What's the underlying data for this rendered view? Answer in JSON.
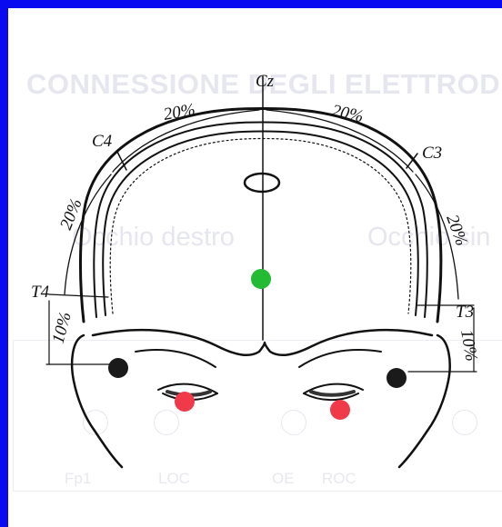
{
  "background_ui": {
    "title": "CONNESSIONE DEGLI ELETTRODI",
    "left_eye": "Occhio destro",
    "right_eye": "Occhio sin",
    "row_labels": [
      "Fp1",
      "LOC",
      "OE",
      "ROC"
    ]
  },
  "diagram": {
    "labels": {
      "cz": "Cz",
      "c4": "C4",
      "c3": "C3",
      "t4": "T4",
      "t3": "T3"
    },
    "percent_top_left": "20%",
    "percent_top_right": "20%",
    "percent_side_left": "20%",
    "percent_side_right": "20%",
    "percent_low_left": "10%",
    "percent_low_right": "10%"
  },
  "electrodes": [
    {
      "name": "vertex-electrode",
      "color": "#22bb33"
    },
    {
      "name": "right-temple-electrode",
      "color": "#1a1a1a"
    },
    {
      "name": "left-temple-electrode",
      "color": "#1a1a1a"
    },
    {
      "name": "right-infraorbital-electrode",
      "color": "#f03a4a"
    },
    {
      "name": "left-infraorbital-electrode",
      "color": "#f03a4a"
    }
  ],
  "colors": {
    "frame": "#0a0af0",
    "ink": "#111111"
  }
}
